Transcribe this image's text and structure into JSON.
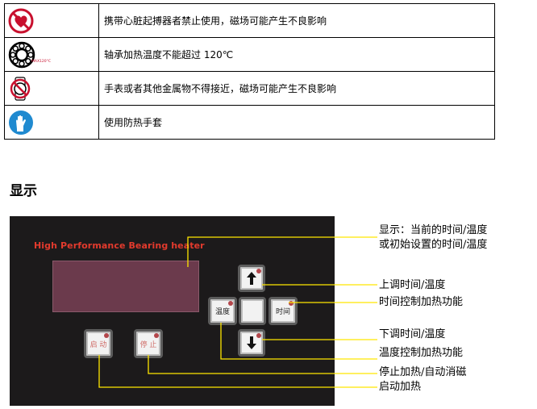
{
  "warnings": [
    {
      "icon": "pacemaker-prohibited-icon",
      "text": "携带心脏起搏器者禁止使用，磁场可能产生不良影响"
    },
    {
      "icon": "bearing-max-temp-icon",
      "icon_label": "MAX120°C",
      "text": "轴承加热温度不能超过 120℃"
    },
    {
      "icon": "watch-metal-prohibited-icon",
      "text": "手表或者其他金属物不得接近，磁场可能产生不良影响"
    },
    {
      "icon": "heat-resistant-gloves-icon",
      "text": "使用防热手套"
    }
  ],
  "section_title": "显示",
  "panel": {
    "title": "High Performance Bearing heater",
    "keys": {
      "start": "启 动",
      "stop": "停 止",
      "temperature": "温度",
      "time": "时间"
    }
  },
  "callouts": {
    "display_line1": "显示：当前的时间/温度",
    "display_line2": "或初始设置的时间/温度",
    "up": "上调时间/温度",
    "time_control": "时间控制加热功能",
    "down": "下调时间/温度",
    "temp_control": "温度控制加热功能",
    "stop": "停止加热/自动消磁",
    "start": "启动加热"
  },
  "colors": {
    "panel_bg": "#1c1a1b",
    "panel_title": "#e23a2d",
    "display_screen": "#6b3a4c",
    "callout_line": "#ffe600",
    "led": "#b3464b"
  }
}
